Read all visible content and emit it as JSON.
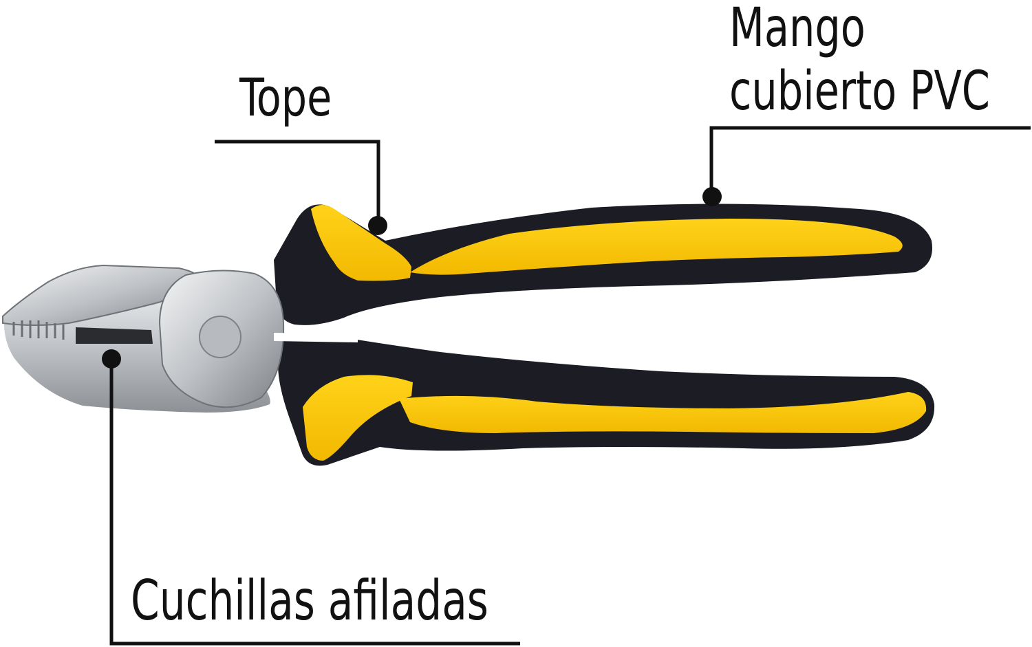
{
  "labels": {
    "tope": "Tope",
    "mango_line1": "Mango",
    "mango_line2": "cubierto PVC",
    "cuchillas": "Cuchillas afiladas"
  },
  "colors": {
    "leader": "#111111",
    "grip_yellow": "#FFC800",
    "grip_black": "#1c1c24",
    "steel_light": "#d7d9dc",
    "steel_mid": "#a9adb2",
    "steel_dark": "#5a5e63"
  },
  "parts": [
    "tope",
    "mango cubierto PVC",
    "cuchillas afiladas"
  ]
}
